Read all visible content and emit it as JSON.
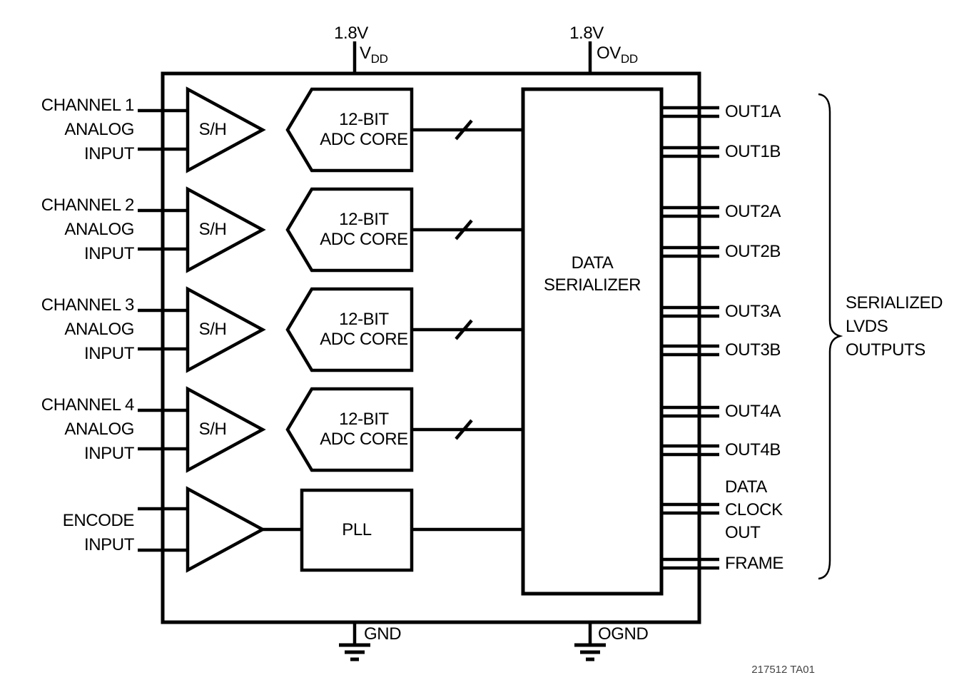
{
  "power": {
    "vdd": {
      "voltage": "1.8V",
      "sym": "V",
      "sub": "DD"
    },
    "ovdd": {
      "voltage": "1.8V",
      "sym": "OV",
      "sub": "DD"
    },
    "gnd": "GND",
    "ognd": "OGND"
  },
  "channels": [
    {
      "name": [
        "CHANNEL 1",
        "ANALOG",
        "INPUT"
      ],
      "sh": "S/H",
      "adc": [
        "12-BIT",
        "ADC CORE"
      ]
    },
    {
      "name": [
        "CHANNEL 2",
        "ANALOG",
        "INPUT"
      ],
      "sh": "S/H",
      "adc": [
        "12-BIT",
        "ADC CORE"
      ]
    },
    {
      "name": [
        "CHANNEL 3",
        "ANALOG",
        "INPUT"
      ],
      "sh": "S/H",
      "adc": [
        "12-BIT",
        "ADC CORE"
      ]
    },
    {
      "name": [
        "CHANNEL 4",
        "ANALOG",
        "INPUT"
      ],
      "sh": "S/H",
      "adc": [
        "12-BIT",
        "ADC CORE"
      ]
    }
  ],
  "encode": {
    "name": [
      "ENCODE",
      "INPUT"
    ],
    "pll": "PLL"
  },
  "serializer": [
    "DATA",
    "SERIALIZER"
  ],
  "outputs": {
    "labels": [
      "OUT1A",
      "OUT1B",
      "OUT2A",
      "OUT2B",
      "OUT3A",
      "OUT3B",
      "OUT4A",
      "OUT4B"
    ],
    "data_clock": [
      "DATA",
      "CLOCK",
      "OUT"
    ],
    "frame": "FRAME",
    "group_label": [
      "SERIALIZED",
      "LVDS",
      "OUTPUTS"
    ]
  },
  "note": "217512 TA01"
}
